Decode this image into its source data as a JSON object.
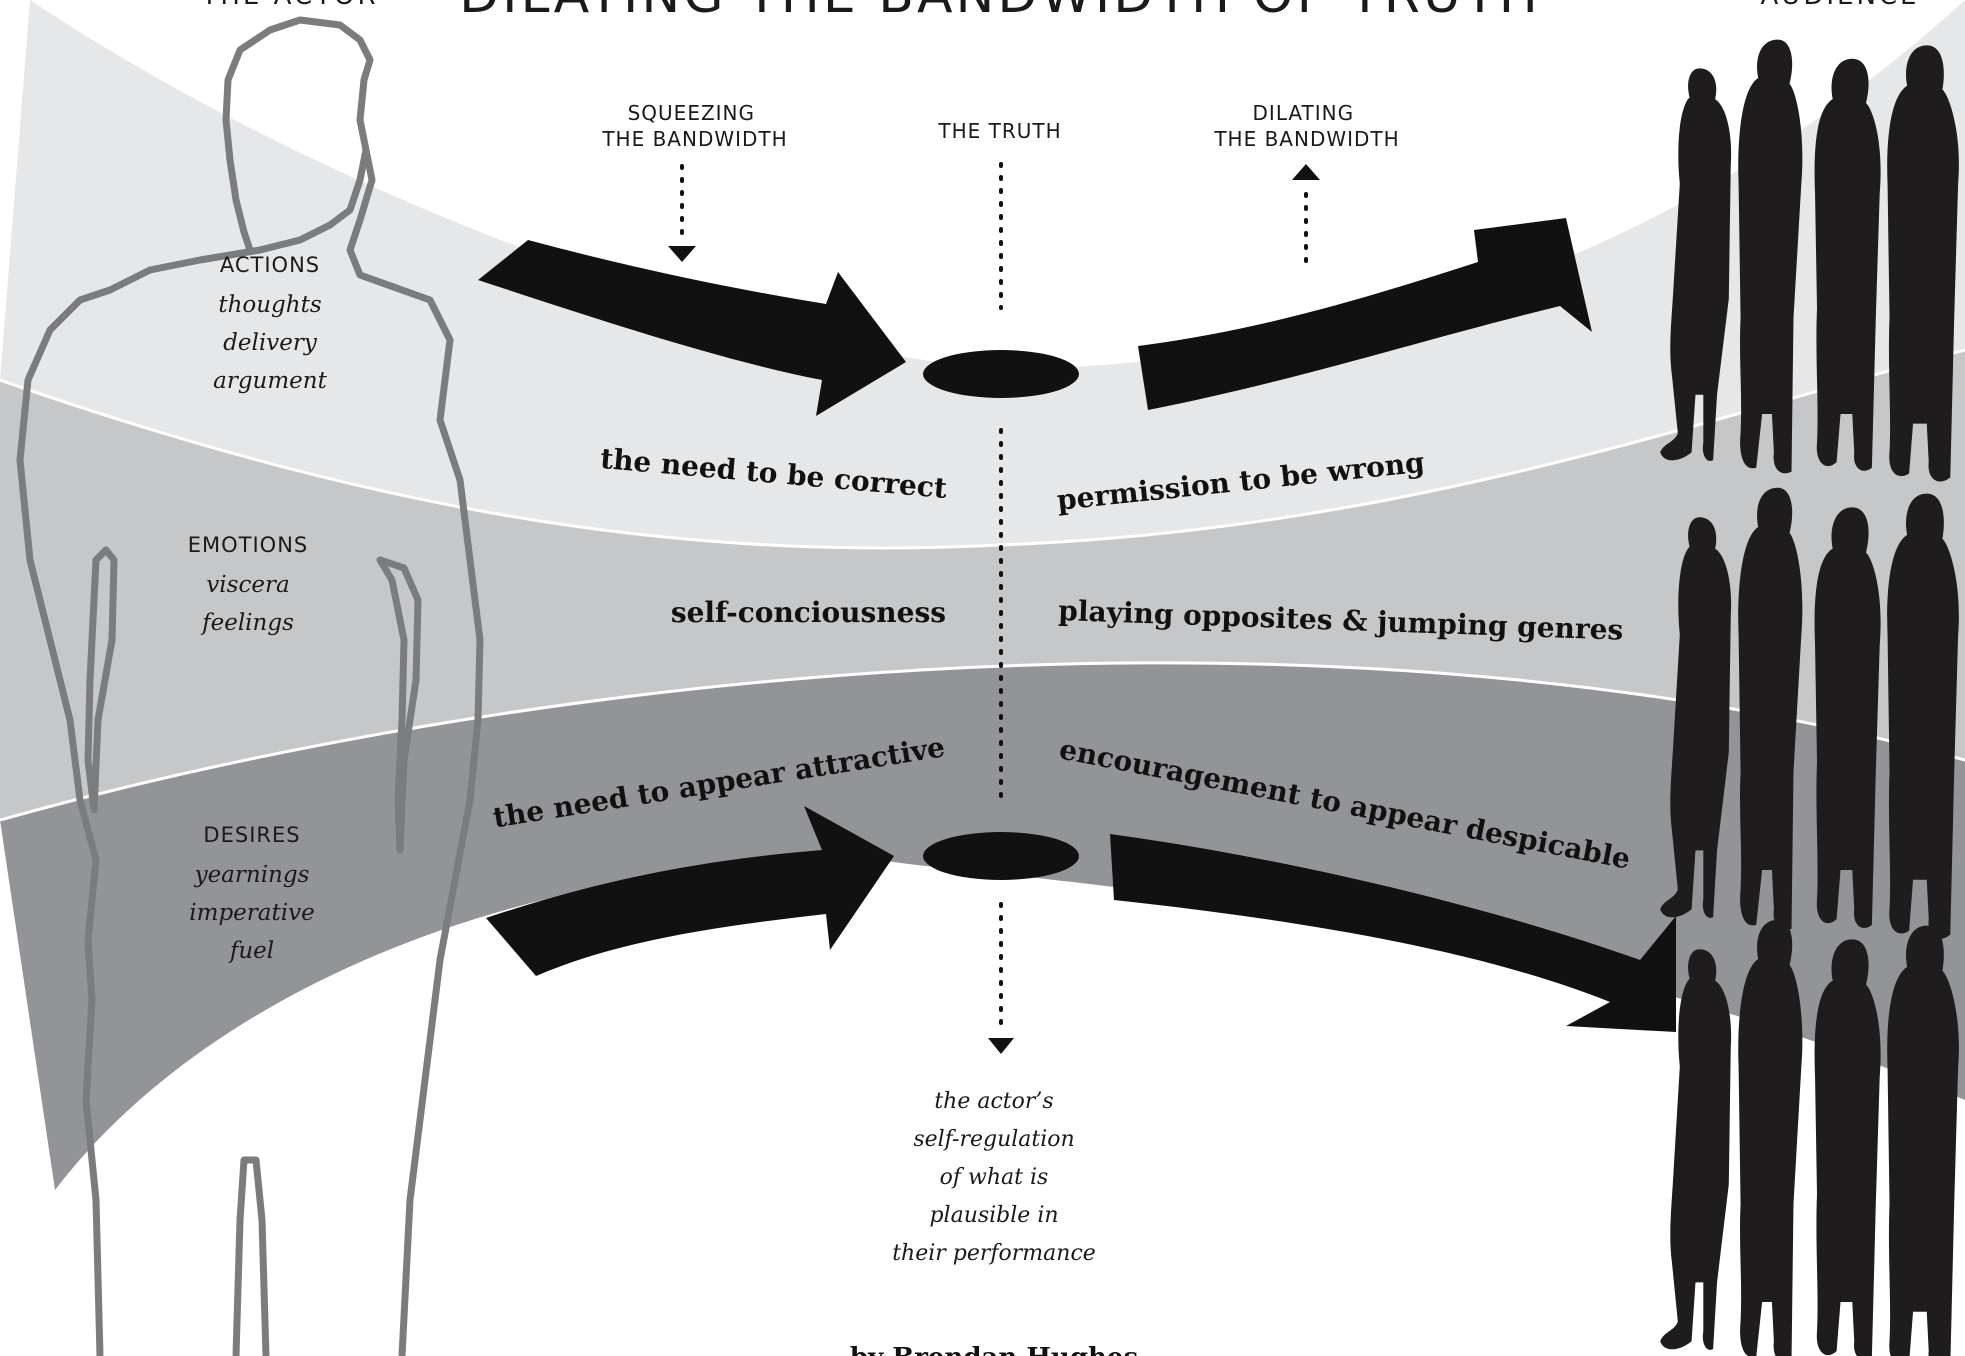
{
  "title": "DILATING THE BANDWIDTH OF TRUTH",
  "actor_label": "THE ACTOR",
  "audience_label": "AUDIENCE",
  "colors": {
    "band_light": "#e6e7e9",
    "band_mid": "#c6c7c9",
    "band_dark": "#939497",
    "silhouette_outline": "#7b7c7e",
    "ink": "#111111"
  },
  "top_labels": {
    "squeezing": [
      "SQUEEZING",
      "THE BANDWIDTH"
    ],
    "truth": "THE TRUTH",
    "dilating": [
      "DILATING",
      "THE BANDWIDTH"
    ]
  },
  "layers": [
    {
      "heading": "ACTIONS",
      "items": [
        "thoughts",
        "delivery",
        "argument"
      ]
    },
    {
      "heading": "EMOTIONS",
      "items": [
        "viscera",
        "feelings"
      ]
    },
    {
      "heading": "DESIRES",
      "items": [
        "yearnings",
        "imperative",
        "fuel"
      ]
    }
  ],
  "left_phrases": [
    "the need to be correct",
    "self-conciousness",
    "the need to appear attractive"
  ],
  "right_phrases": [
    "permission to be wrong",
    "playing opposites & jumping genres",
    "encouragement to appear despicable"
  ],
  "bottom_note": [
    "the actor’s",
    "self-regulation",
    "of what is",
    "plausible in",
    "their performance"
  ],
  "byline": "by Brendan Hughes",
  "icons": {
    "actor": "person-outline-icon",
    "audience": "group-silhouette-icon",
    "arrows": "arrow-icon"
  }
}
